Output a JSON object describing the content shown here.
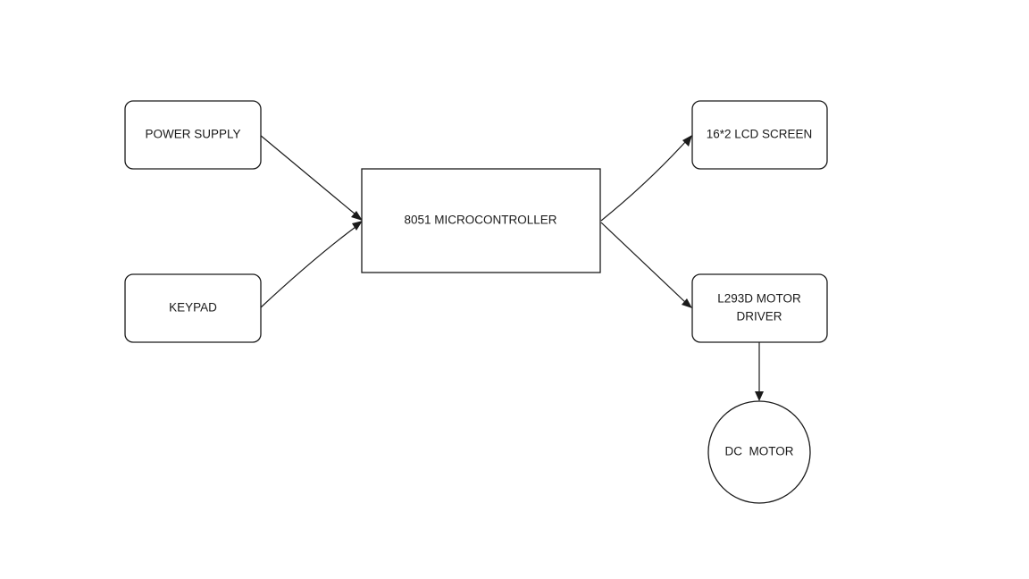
{
  "colors": {
    "background": "#ffffff",
    "stroke": "#1a1a1a",
    "text": "#1a1a1a"
  },
  "nodes": {
    "power_supply": {
      "label": "POWER SUPPLY"
    },
    "keypad": {
      "label": "KEYPAD"
    },
    "microcontroller": {
      "label": "8051 MICROCONTROLLER"
    },
    "lcd_screen": {
      "label": "16*2 LCD SCREEN"
    },
    "motor_driver": {
      "label_line1": "L293D MOTOR",
      "label_line2": "DRIVER"
    },
    "dc_motor": {
      "label": "DC  MOTOR"
    }
  },
  "edges": [
    {
      "from": "power_supply",
      "to": "microcontroller"
    },
    {
      "from": "keypad",
      "to": "microcontroller"
    },
    {
      "from": "microcontroller",
      "to": "lcd_screen"
    },
    {
      "from": "microcontroller",
      "to": "motor_driver"
    },
    {
      "from": "motor_driver",
      "to": "dc_motor"
    }
  ]
}
